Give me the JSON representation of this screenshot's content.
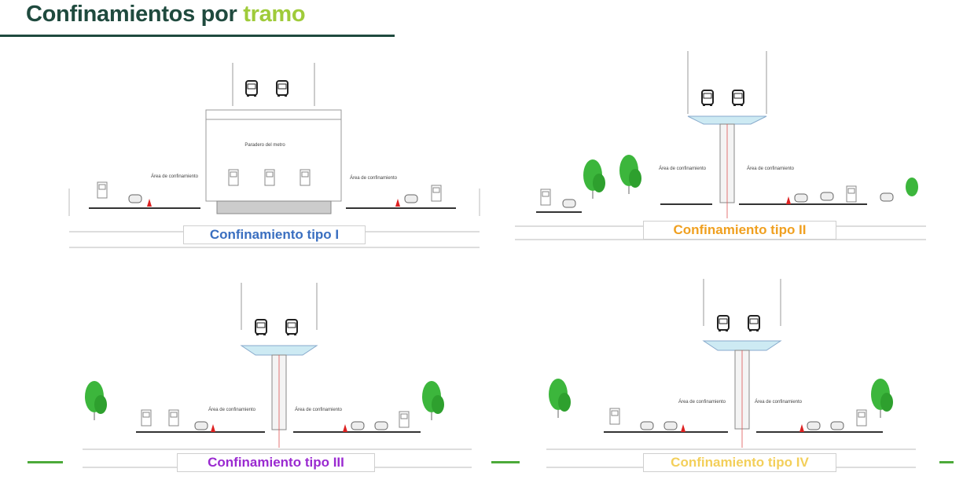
{
  "title": {
    "main": "Confinamientos por",
    "accent": "tramo"
  },
  "colors": {
    "title": "#1f4a3e",
    "accent": "#9fcb3a",
    "tipo1": "#3a6fc0",
    "tipo2": "#f0a020",
    "tipo3": "#9a2ad0",
    "tipo4": "#f3cf5a"
  },
  "sections": [
    {
      "label": "Confinamiento tipo I",
      "station": "Paradero del metro",
      "area_left": "Área de confinamiento",
      "area_right": "Área de confinamiento"
    },
    {
      "label": "Confinamiento tipo II",
      "area_left": "Área de confinamiento",
      "area_right": "Área de confinamiento"
    },
    {
      "label": "Confinamiento tipo III",
      "area_left": "Área de confinamiento",
      "area_right": "Área de confinamiento"
    },
    {
      "label": "Confinamiento tipo IV",
      "area_left": "Área de confinamiento",
      "area_right": "Área de confinamiento"
    }
  ]
}
